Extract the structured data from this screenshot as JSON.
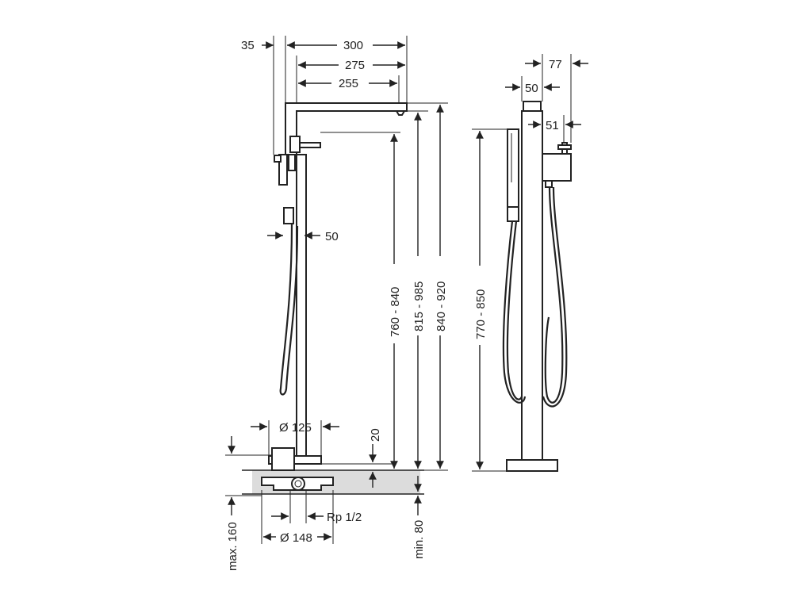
{
  "dimensions": {
    "d35": "35",
    "d300": "300",
    "d275": "275",
    "d255": "255",
    "d50_left": "50",
    "d760_840": "760 - 840",
    "d815_985": "815 - 985",
    "d840_920": "840 - 920",
    "d125": "Ø 125",
    "d20": "20",
    "rp": "Rp 1/2",
    "d148": "Ø 148",
    "max160": "max. 160",
    "min80": "min. 80",
    "d77": "77",
    "d50_right": "50",
    "d51": "51",
    "d770_850": "770 - 850"
  }
}
